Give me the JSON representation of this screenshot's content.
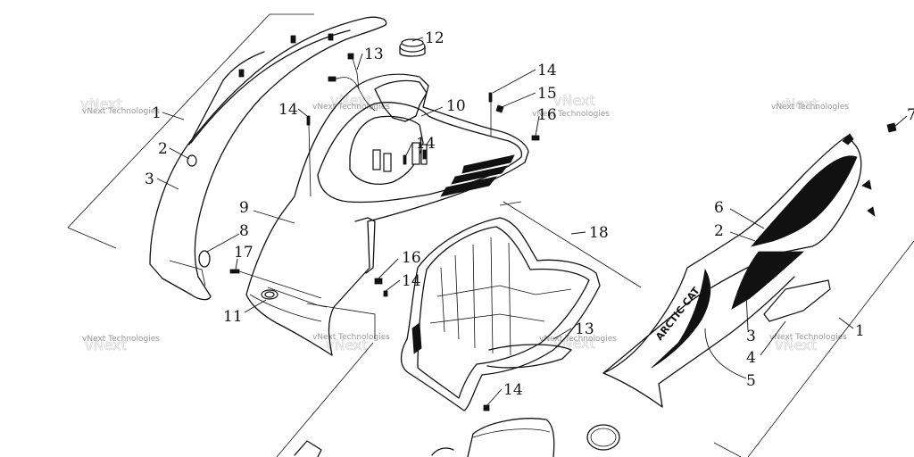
{
  "callouts": [
    {
      "id": "c1a",
      "label": "1"
    },
    {
      "id": "c2a",
      "label": "2"
    },
    {
      "id": "c3a",
      "label": "3"
    },
    {
      "id": "c8",
      "label": "8"
    },
    {
      "id": "c17",
      "label": "17"
    },
    {
      "id": "c9",
      "label": "9"
    },
    {
      "id": "c11",
      "label": "11"
    },
    {
      "id": "c13a",
      "label": "13"
    },
    {
      "id": "c12",
      "label": "12"
    },
    {
      "id": "c14a",
      "label": "14"
    },
    {
      "id": "c10",
      "label": "10"
    },
    {
      "id": "c14b",
      "label": "14"
    },
    {
      "id": "c14c",
      "label": "14"
    },
    {
      "id": "c15",
      "label": "15"
    },
    {
      "id": "c16a",
      "label": "16"
    },
    {
      "id": "c16b",
      "label": "16"
    },
    {
      "id": "c14d",
      "label": "14"
    },
    {
      "id": "c18",
      "label": "18"
    },
    {
      "id": "c13b",
      "label": "13"
    },
    {
      "id": "c14e",
      "label": "14"
    },
    {
      "id": "c6",
      "label": "6"
    },
    {
      "id": "c2b",
      "label": "2"
    },
    {
      "id": "c3b",
      "label": "3"
    },
    {
      "id": "c4",
      "label": "4"
    },
    {
      "id": "c5",
      "label": "5"
    },
    {
      "id": "c1b",
      "label": "1"
    },
    {
      "id": "c7",
      "label": "7"
    }
  ],
  "watermark": {
    "text": "vNext Technologies",
    "ghost_text": "vNext"
  },
  "decal_brand": "ARCTIC CAT"
}
